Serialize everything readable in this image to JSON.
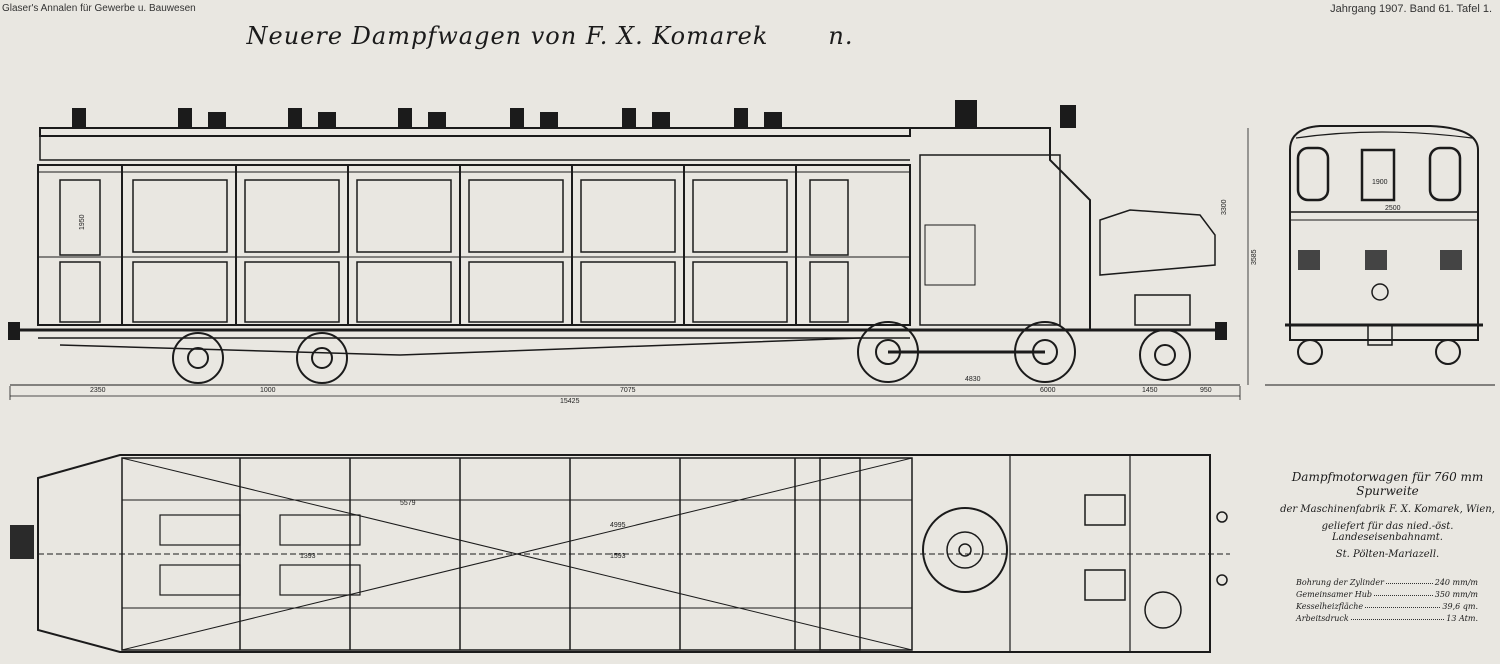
{
  "header": {
    "left": "Glaser's Annalen für Gewerbe u. Bauwesen",
    "right": "Jahrgang 1907. Band 61. Tafel 1."
  },
  "title": {
    "main": "Neuere Dampfwagen von F. X. Komarek",
    "suffix": "n."
  },
  "info": {
    "line1": "Dampfmotorwagen für 760 mm Spurweite",
    "line2": "der Maschinenfabrik F. X. Komarek, Wien,",
    "line3": "geliefert für das nied.-öst. Landeseisenbahnamt.",
    "line4": "St. Pölten-Mariazell."
  },
  "specs": [
    {
      "label": "Bohrung der Zylinder",
      "value": "240 mm/m"
    },
    {
      "label": "Gemeinsamer Hub",
      "value": "350 mm/m"
    },
    {
      "label": "Kesselheizfläche",
      "value": "39,6 qm."
    },
    {
      "label": "Arbeitsdruck",
      "value": "13 Atm."
    }
  ],
  "dimensions": {
    "side": [
      "2350",
      "1000",
      "7075",
      "4830",
      "6000",
      "1450",
      "950",
      "15425"
    ],
    "end": [
      "2500",
      "1900"
    ],
    "plan": [
      "5579",
      "4995",
      "1393",
      "1593"
    ],
    "heights": [
      "3300",
      "3585",
      "1950"
    ]
  }
}
